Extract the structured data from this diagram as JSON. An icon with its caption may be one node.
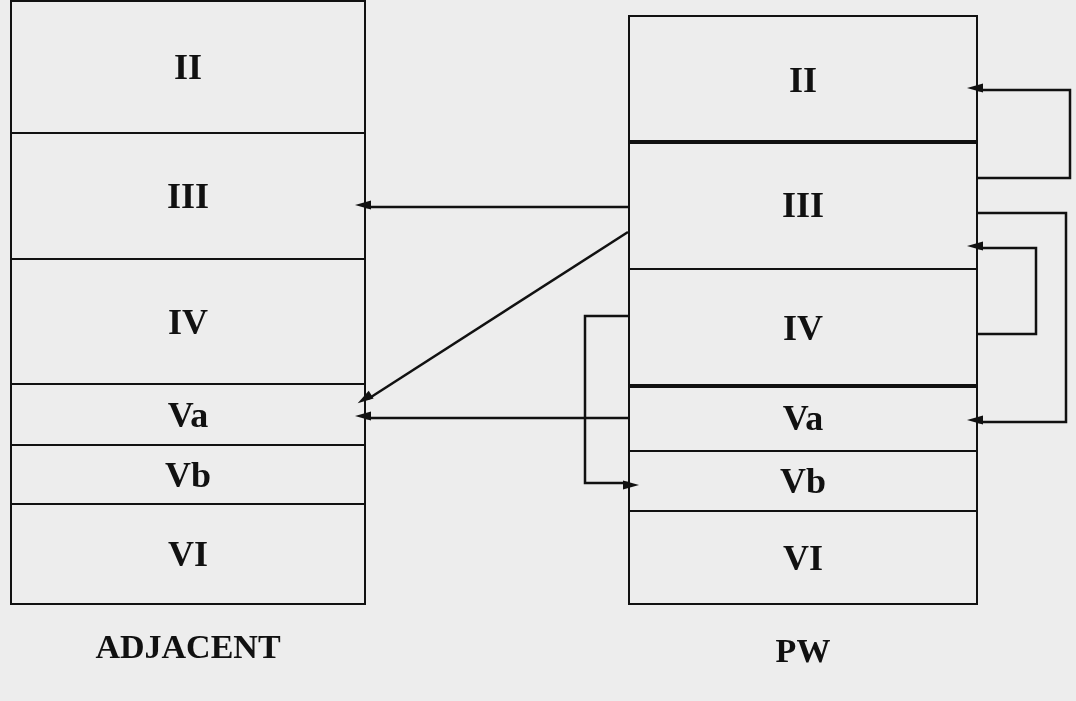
{
  "diagram": {
    "nodes": [
      {
        "text": [
          "ADJACENT"
        ]
      },
      {
        "text": [
          "II"
        ],
        "in": 0
      },
      {
        "text": [
          "III"
        ],
        "in": 0
      },
      {
        "text": [
          "IV"
        ],
        "in": 0
      },
      {
        "text": [
          "Va"
        ],
        "in": 0
      },
      {
        "text": [
          "Vb"
        ],
        "in": 0
      },
      {
        "text": [
          "VI"
        ],
        "in": 0
      },
      {
        "text": [
          "PW"
        ]
      },
      {
        "text": [
          "II"
        ],
        "in": 7
      },
      {
        "text": [
          "III"
        ],
        "in": 7
      },
      {
        "text": [
          "IV"
        ],
        "in": 7
      },
      {
        "text": [
          "Va"
        ],
        "in": 7
      },
      {
        "text": [
          "Vb"
        ],
        "in": 7
      },
      {
        "text": [
          "VI"
        ],
        "in": 7
      }
    ],
    "edges": [
      {
        "from": 9,
        "to": 2,
        "arrow": "to"
      },
      {
        "from": 9,
        "to": 4,
        "arrow": "to"
      },
      {
        "from": 11,
        "to": 4,
        "arrow": "to"
      },
      {
        "from": 10,
        "to": 12,
        "arrow": "to"
      },
      {
        "from": 9,
        "to": 8,
        "arrow": "to"
      },
      {
        "from": 9,
        "to": 11,
        "arrow": "to"
      },
      {
        "from": 10,
        "to": 9,
        "arrow": "to"
      }
    ]
  }
}
